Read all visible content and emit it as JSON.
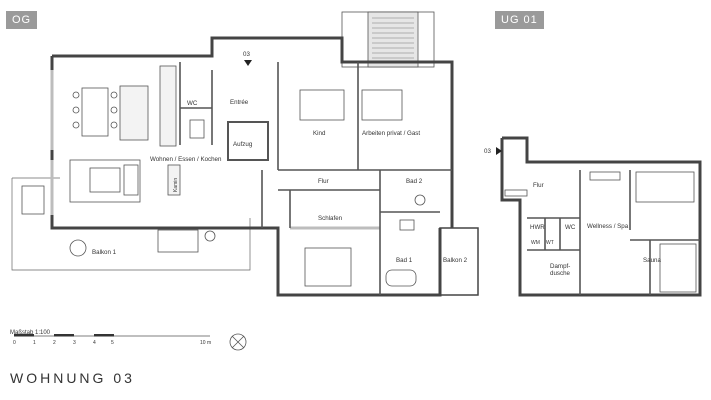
{
  "labels": {
    "og": "OG",
    "ug": "UG 01",
    "title": "WOHNUNG 03",
    "scale": "Maßstab 1:100",
    "entry_og": "03",
    "entry_ug": "03"
  },
  "scale_ticks": [
    "0",
    "1",
    "2",
    "3",
    "4",
    "5",
    "10 m"
  ],
  "rooms_og": {
    "wohnen": "Wohnen / Essen / Kochen",
    "wc": "WC",
    "entree": "Entrée",
    "aufzug": "Aufzug",
    "kind": "Kind",
    "arbeiten": "Arbeiten privat / Gast",
    "flur": "Flur",
    "bad2": "Bad 2",
    "schlafen": "Schlafen",
    "bad1": "Bad 1",
    "balkon1": "Balkon 1",
    "balkon2": "Balkon 2",
    "kamin": "Kamin"
  },
  "rooms_ug": {
    "flur": "Flur",
    "hwr": "HWR",
    "wc": "WC",
    "wm": "WM",
    "wt": "WT",
    "wellness": "Wellness / Spa",
    "dampf1": "Dampf-",
    "dampf2": "dusche",
    "sauna": "Sauna"
  }
}
